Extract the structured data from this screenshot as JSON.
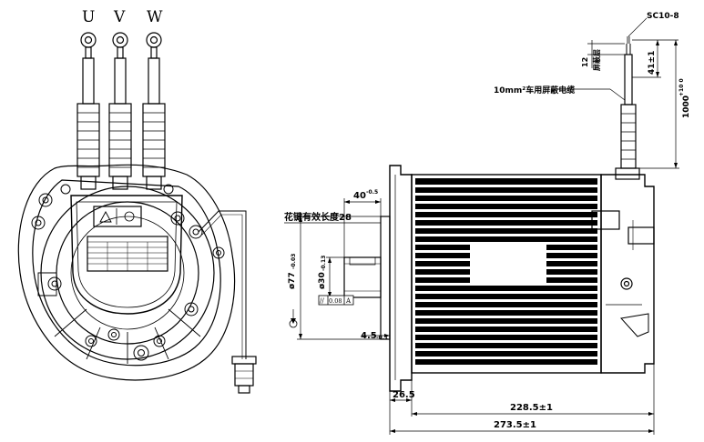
{
  "phases": {
    "u": "U",
    "v": "V",
    "w": "W"
  },
  "dims": {
    "spline_length": "40",
    "spline_length_tol": "-0.5",
    "spline_label": "花键有效长度28",
    "pilot_dia": "ø77",
    "pilot_tol": "-0.03",
    "shaft_dia": "ø30",
    "shaft_tol": "-0.13",
    "gdt_symbol": "//",
    "gdt_value": "0.08",
    "gdt_datum": "A",
    "flange": "4.5",
    "flange_tol": "-0.1",
    "front": "26.5",
    "body_len": "228.5±1",
    "total_len": "273.5±1"
  },
  "cable": {
    "terminal": "SC10-8",
    "strip_len": "12",
    "shield_label": "屏蔽层",
    "lead_len": "41±1",
    "cable_label": "10mm²车用屏蔽电缆",
    "cable_len": "1000",
    "cable_tol": "+10 0"
  }
}
